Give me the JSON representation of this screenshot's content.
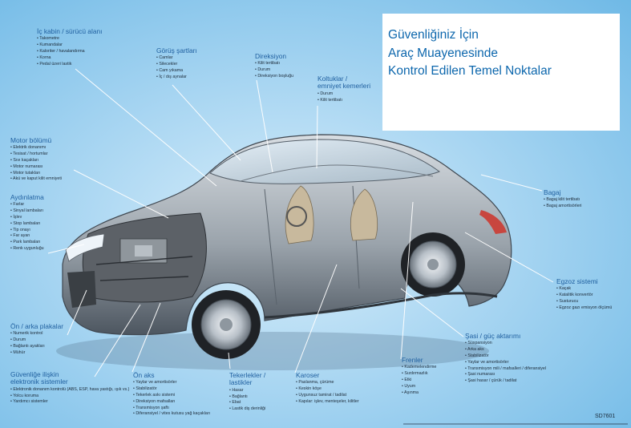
{
  "title": {
    "lines": [
      "Güvenliğiniz İçin",
      "Araç Muayenesinde",
      "Kontrol Edilen Temel Noktalar"
    ]
  },
  "groups": [
    {
      "heading": [
        "İç kabin / sürücü alanı"
      ],
      "items": [
        "Takometre",
        "Kumandalar",
        "Kaloriter / havalandırma",
        "Korna",
        "Pedal üzeri lastik"
      ]
    },
    {
      "heading": [
        "Görüş şartları"
      ],
      "items": [
        "Camlar",
        "Silecekler",
        "Cam yıkama",
        "İç / dış aynalar"
      ]
    },
    {
      "heading": [
        "Direksiyon"
      ],
      "items": [
        "Kilit tertibatı",
        "Durum",
        "Direksiyon boşluğu"
      ]
    },
    {
      "heading": [
        "Koltuklar /",
        "emniyet kemerleri"
      ],
      "items": [
        "Durum",
        "Kilit tertibatı"
      ]
    },
    {
      "heading": [
        "Motor bölümü"
      ],
      "items": [
        "Elektrik donanımı",
        "Tesisat / hortumlar",
        "Sıvı kaçakları",
        "Motor numarası",
        "Motor tutakları",
        "Akü ve kaput kilit emniyeti"
      ]
    },
    {
      "heading": [
        "Aydınlatma"
      ],
      "items": [
        "Farlar",
        "Sinyal lambaları",
        "İşlev",
        "Stop lambaları",
        "Tip onayı",
        "Far ayarı",
        "Park lambaları",
        "Renk uygunluğu"
      ]
    },
    {
      "heading": [
        "Bagaj"
      ],
      "items": [
        "Bagaj kilit tertibatı",
        "Bagaj amortisörleri"
      ]
    },
    {
      "heading": [
        "Egzoz sistemi"
      ],
      "items": [
        "Kaçak",
        "Katalitik konvertör",
        "Susturucu",
        "Egzoz gazı emisyon ölçümü"
      ]
    },
    {
      "heading": [
        "Ön / arka plakalar"
      ],
      "items": [
        "Numerik kontrol",
        "Durum",
        "Bağlantı ayakları",
        "Mühür"
      ]
    },
    {
      "heading": [
        "Şasi / güç aktarımı"
      ],
      "items": [
        "Süspansiyon",
        "Arka aks",
        "Stabilizatör",
        "Yaylar ve amortisörler",
        "Transmisyon mili / mafsalleri / diferansiyel",
        "Şasi numarası",
        "Şasi hasar / çürük / tadilat"
      ]
    },
    {
      "heading": [
        "Güvenliğe ilişkin",
        "elektronik sistemler"
      ],
      "items": [
        "Elektronik donanım kontrolü (ABS, ESP, hava yastığı, ışık vs.)",
        "Yolcu koruma",
        "Yardımcı sistemler"
      ]
    },
    {
      "heading": [
        "Ön aks"
      ],
      "items": [
        "Yaylar ve amortisörler",
        "Stabilizatör",
        "Tekerlek askı sistemi",
        "Direksiyon mafsalları",
        "Transmisyon şaftı",
        "Diferansiyel / vites kutusu yağ kaçakları"
      ]
    },
    {
      "heading": [
        "Tekerlekler /",
        "lastikler"
      ],
      "items": [
        "Hasar",
        "Bağlantı",
        "Ebat",
        "Lastik diş derinliği"
      ]
    },
    {
      "heading": [
        "Karoser"
      ],
      "items": [
        "Paslanma, çürüme",
        "Keskin köşe",
        "Uygunsuz tamirat / tadilat",
        "Kapılar: işlev, menteşeler, kilitler"
      ]
    },
    {
      "heading": [
        "Frenler"
      ],
      "items": [
        "Kademelendirme",
        "Sızdırmazlık",
        "Etki",
        "Uyum",
        "Aşınma"
      ]
    }
  ],
  "code": "SD7601",
  "colors": {
    "heading": "#1f5f9f",
    "title": "#0d67ad",
    "body_text": "#1c2a38",
    "background": "#a9d6f2"
  }
}
